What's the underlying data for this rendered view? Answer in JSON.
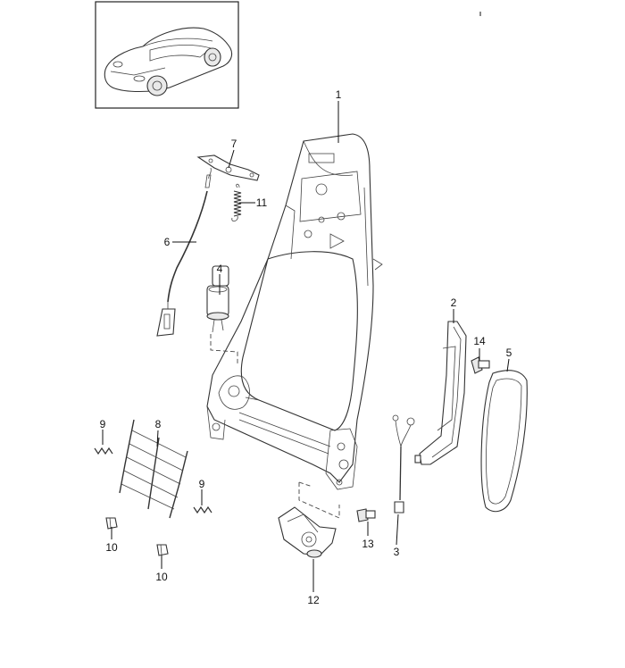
{
  "diagram": {
    "vehicle_thumbnail": "car-icon",
    "callouts": [
      {
        "id": "c1",
        "text": "1"
      },
      {
        "id": "c2",
        "text": "2"
      },
      {
        "id": "c3",
        "text": "3"
      },
      {
        "id": "c4",
        "text": "4"
      },
      {
        "id": "c5",
        "text": "5"
      },
      {
        "id": "c6",
        "text": "6"
      },
      {
        "id": "c7",
        "text": "7"
      },
      {
        "id": "c8",
        "text": "8"
      },
      {
        "id": "c9a",
        "text": "9"
      },
      {
        "id": "c9b",
        "text": "9"
      },
      {
        "id": "c10a",
        "text": "10"
      },
      {
        "id": "c10b",
        "text": "10"
      },
      {
        "id": "c11",
        "text": "11"
      },
      {
        "id": "c12",
        "text": "12"
      },
      {
        "id": "c13",
        "text": "13"
      },
      {
        "id": "c14",
        "text": "14"
      }
    ]
  }
}
